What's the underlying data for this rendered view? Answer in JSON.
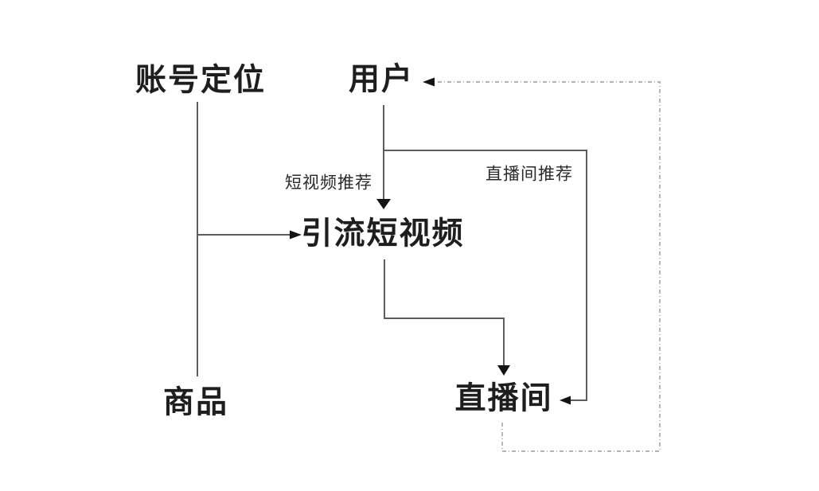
{
  "diagram": {
    "nodes": {
      "account_positioning": "账号定位",
      "user": "用户",
      "lead_short_video": "引流短视频",
      "product": "商品",
      "live_room": "直播间"
    },
    "edge_labels": {
      "short_video_recommendation": "短视频推荐",
      "live_room_recommendation": "直播间推荐"
    },
    "colors": {
      "background": "#ffffff",
      "node_text": "#1e1e1e",
      "solid_line": "#5c5c5c",
      "dashed_line": "#999999",
      "arrowhead": "#141414"
    }
  }
}
